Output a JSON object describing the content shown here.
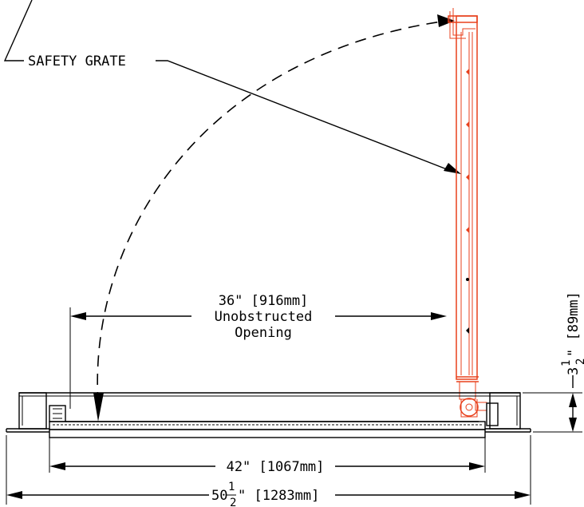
{
  "labels": {
    "safety_grate": "SAFETY GRATE",
    "unobstructed_line1": "36\" [916mm]",
    "unobstructed_line2": "Unobstructed",
    "unobstructed_line3": "Opening",
    "frame_inner_width": "42\" [1067mm]",
    "overall_width_whole": "50",
    "overall_width_frac": "1",
    "overall_width_frac_den": "2",
    "overall_width_rest": "\" [1283mm]",
    "depth_whole": "3",
    "depth_frac": "1",
    "depth_frac_den": "2",
    "depth_rest": "\" [89mm]"
  },
  "colors": {
    "grate_stroke": "#e8401c",
    "line_stroke": "#000000"
  }
}
